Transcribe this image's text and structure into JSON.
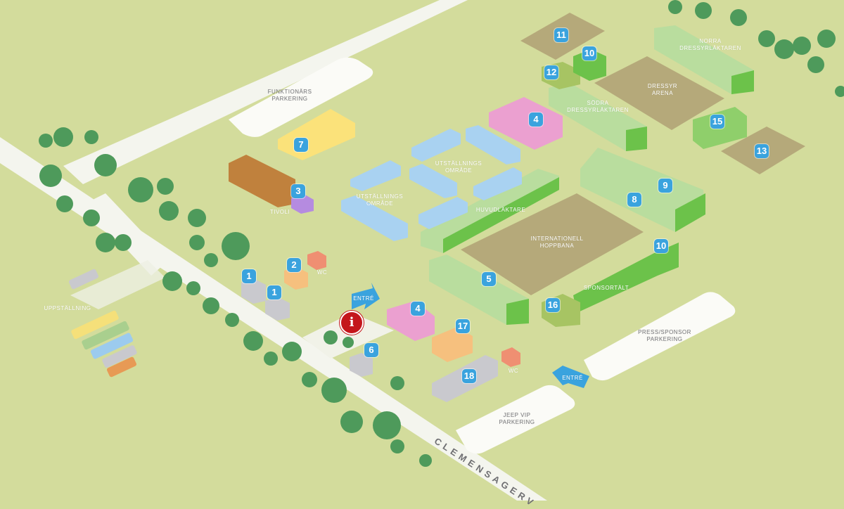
{
  "map": {
    "markers": [
      "11",
      "10",
      "12",
      "4",
      "15",
      "13",
      "9",
      "8",
      "7",
      "3",
      "10",
      "5",
      "16",
      "17",
      "4",
      "2",
      "1",
      "1",
      "6",
      "18"
    ],
    "info_icon": "i",
    "labels": {
      "funktionars_parkering": [
        "FUNKTIONÄRS",
        "PARKERING"
      ],
      "norra": [
        "NORRA",
        "DRESSYRLÄKTAREN"
      ],
      "dressyr_arena": [
        "DRESSYR",
        "ARENA"
      ],
      "sodra": [
        "SÖDRA",
        "DRESSYRLÄKTAREN"
      ],
      "utstallning_1": [
        "UTSTÄLLNINGS",
        "OMRÅDE"
      ],
      "utstallning_2": [
        "UTSTÄLLNINGS",
        "OMRÅDE"
      ],
      "tivoli": "TIVOLI",
      "huvudlaktare": "HUVUDLÄKTARE",
      "hoppbana": [
        "INTERNATIONELL",
        "HOPPBANA"
      ],
      "sponsortalt": "SPONSORTÄLT",
      "uppstallning": "UPPSTÄLLNING",
      "wc_1": "WC",
      "wc_2": "WC",
      "entre_1": "ENTRÉ",
      "entre_2": "ENTRÉ",
      "press_parkering": [
        "PRESS/SPONSOR",
        "PARKERING"
      ],
      "jeep_parkering": [
        "JEEP VIP",
        "PARKERING"
      ],
      "street": "CLEMENSAGERV"
    },
    "colors": {
      "badge": "#3aa3de",
      "grass": "#d3dc9c",
      "arena": "#b5a97a",
      "stand": "#6cc24a",
      "info": "#c4161c"
    }
  }
}
